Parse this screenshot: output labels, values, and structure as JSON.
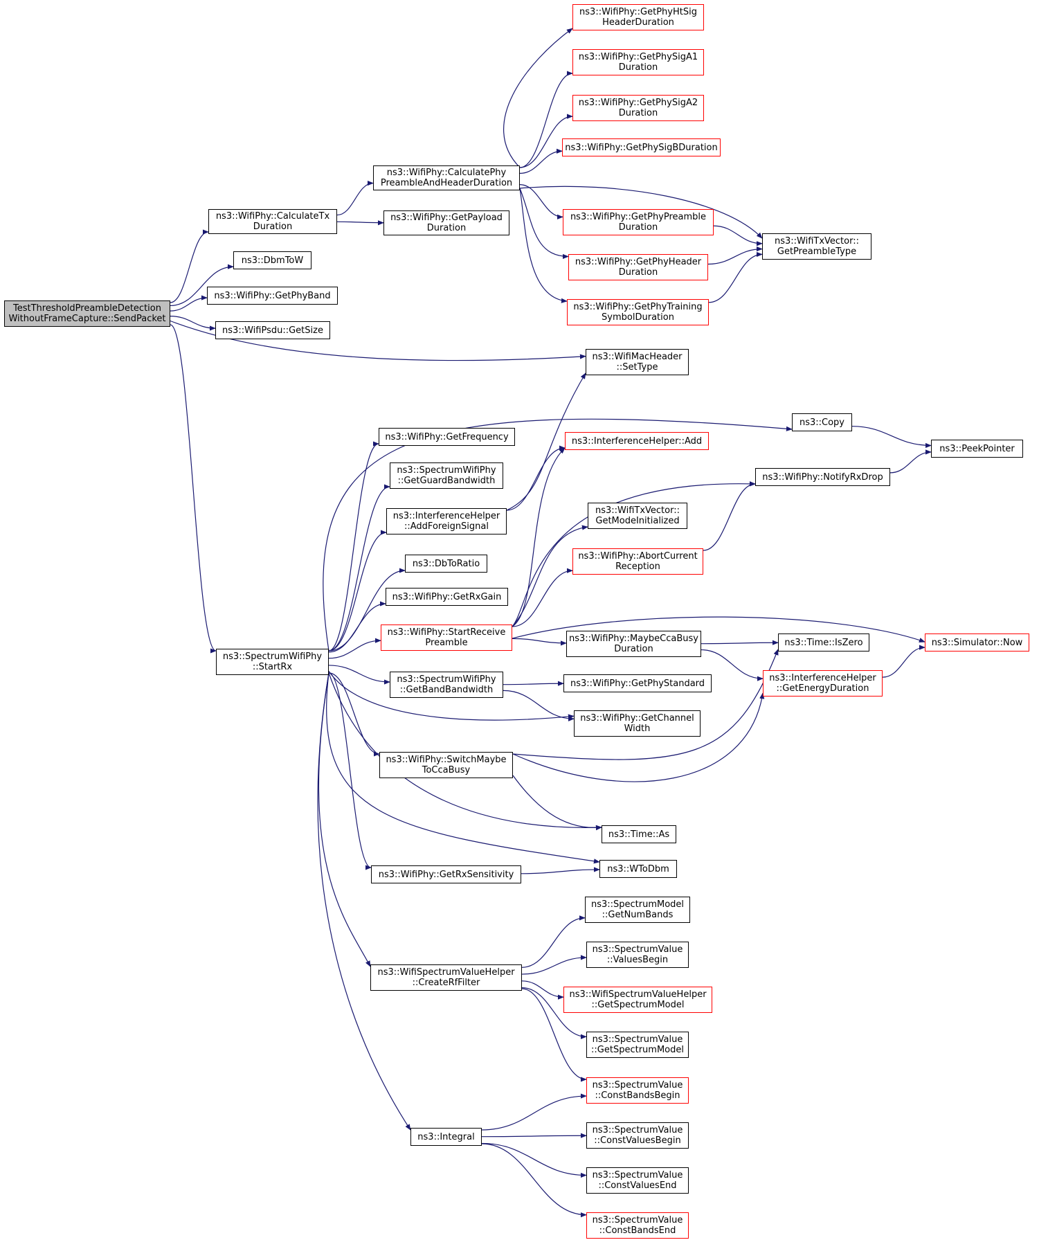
{
  "colors": {
    "edge": "#191970",
    "node_border": "#000000",
    "node_border_incomplete": "#ff0000",
    "root_fill": "#bfbfbf"
  },
  "nodes": [
    {
      "id": "root",
      "lines": [
        "TestThresholdPreambleDetection",
        "WithoutFrameCapture::SendPacket"
      ],
      "style": "root"
    },
    {
      "id": "calcTx",
      "lines": [
        "ns3::WifiPhy::CalculateTx",
        "Duration"
      ],
      "style": "normal"
    },
    {
      "id": "dbmToW",
      "lines": [
        "ns3::DbmToW"
      ],
      "style": "normal"
    },
    {
      "id": "getPhyBand",
      "lines": [
        "ns3::WifiPhy::GetPhyBand"
      ],
      "style": "normal"
    },
    {
      "id": "psduSize",
      "lines": [
        "ns3::WifiPsdu::GetSize"
      ],
      "style": "normal"
    },
    {
      "id": "startRx",
      "lines": [
        "ns3::SpectrumWifiPhy",
        "::StartRx"
      ],
      "style": "normal"
    },
    {
      "id": "calcPre",
      "lines": [
        "ns3::WifiPhy::CalculatePhy",
        "PreambleAndHeaderDuration"
      ],
      "style": "normal"
    },
    {
      "id": "getPayload",
      "lines": [
        "ns3::WifiPhy::GetPayload",
        "Duration"
      ],
      "style": "normal"
    },
    {
      "id": "htSig",
      "lines": [
        "ns3::WifiPhy::GetPhyHtSig",
        "HeaderDuration"
      ],
      "style": "red"
    },
    {
      "id": "sigA1",
      "lines": [
        "ns3::WifiPhy::GetPhySigA1",
        "Duration"
      ],
      "style": "red"
    },
    {
      "id": "sigA2",
      "lines": [
        "ns3::WifiPhy::GetPhySigA2",
        "Duration"
      ],
      "style": "red"
    },
    {
      "id": "sigB",
      "lines": [
        "ns3::WifiPhy::GetPhySigBDuration"
      ],
      "style": "red"
    },
    {
      "id": "phyPre",
      "lines": [
        "ns3::WifiPhy::GetPhyPreamble",
        "Duration"
      ],
      "style": "red"
    },
    {
      "id": "phyHdr",
      "lines": [
        "ns3::WifiPhy::GetPhyHeader",
        "Duration"
      ],
      "style": "red"
    },
    {
      "id": "phyTrain",
      "lines": [
        "ns3::WifiPhy::GetPhyTraining",
        "SymbolDuration"
      ],
      "style": "red"
    },
    {
      "id": "preType",
      "lines": [
        "ns3::WifiTxVector::",
        "GetPreambleType"
      ],
      "style": "normal"
    },
    {
      "id": "setType",
      "lines": [
        "ns3::WifiMacHeader",
        "::SetType"
      ],
      "style": "normal"
    },
    {
      "id": "copy",
      "lines": [
        "ns3::Copy"
      ],
      "style": "normal"
    },
    {
      "id": "peek",
      "lines": [
        "ns3::PeekPointer"
      ],
      "style": "normal"
    },
    {
      "id": "getFreq",
      "lines": [
        "ns3::WifiPhy::GetFrequency"
      ],
      "style": "normal"
    },
    {
      "id": "guardBw",
      "lines": [
        "ns3::SpectrumWifiPhy",
        "::GetGuardBandwidth"
      ],
      "style": "normal"
    },
    {
      "id": "addForeign",
      "lines": [
        "ns3::InterferenceHelper",
        "::AddForeignSignal"
      ],
      "style": "normal"
    },
    {
      "id": "ihAdd",
      "lines": [
        "ns3::InterferenceHelper::Add"
      ],
      "style": "red"
    },
    {
      "id": "notifyDrop",
      "lines": [
        "ns3::WifiPhy::NotifyRxDrop"
      ],
      "style": "normal"
    },
    {
      "id": "modeInit",
      "lines": [
        "ns3::WifiTxVector::",
        "GetModeInitialized"
      ],
      "style": "normal"
    },
    {
      "id": "dbToRatio",
      "lines": [
        "ns3::DbToRatio"
      ],
      "style": "normal"
    },
    {
      "id": "abortRx",
      "lines": [
        "ns3::WifiPhy::AbortCurrent",
        "Reception"
      ],
      "style": "red"
    },
    {
      "id": "rxGain",
      "lines": [
        "ns3::WifiPhy::GetRxGain"
      ],
      "style": "normal"
    },
    {
      "id": "startPre",
      "lines": [
        "ns3::WifiPhy::StartReceive",
        "Preamble"
      ],
      "style": "red"
    },
    {
      "id": "maybeCca",
      "lines": [
        "ns3::WifiPhy::MaybeCcaBusy",
        "Duration"
      ],
      "style": "normal"
    },
    {
      "id": "isZero",
      "lines": [
        "ns3::Time::IsZero"
      ],
      "style": "normal"
    },
    {
      "id": "simNow",
      "lines": [
        "ns3::Simulator::Now"
      ],
      "style": "red"
    },
    {
      "id": "bandBw",
      "lines": [
        "ns3::SpectrumWifiPhy",
        "::GetBandBandwidth"
      ],
      "style": "normal"
    },
    {
      "id": "phyStd",
      "lines": [
        "ns3::WifiPhy::GetPhyStandard"
      ],
      "style": "normal"
    },
    {
      "id": "energy",
      "lines": [
        "ns3::InterferenceHelper",
        "::GetEnergyDuration"
      ],
      "style": "red"
    },
    {
      "id": "chWidth",
      "lines": [
        "ns3::WifiPhy::GetChannel",
        "Width"
      ],
      "style": "normal"
    },
    {
      "id": "switchCca",
      "lines": [
        "ns3::WifiPhy::SwitchMaybe",
        "ToCcaBusy"
      ],
      "style": "normal"
    },
    {
      "id": "timeAs",
      "lines": [
        "ns3::Time::As"
      ],
      "style": "normal"
    },
    {
      "id": "rxSens",
      "lines": [
        "ns3::WifiPhy::GetRxSensitivity"
      ],
      "style": "normal"
    },
    {
      "id": "wToDbm",
      "lines": [
        "ns3::WToDbm"
      ],
      "style": "normal"
    },
    {
      "id": "numBands",
      "lines": [
        "ns3::SpectrumModel",
        "::GetNumBands"
      ],
      "style": "normal"
    },
    {
      "id": "valBegin",
      "lines": [
        "ns3::SpectrumValue",
        "::ValuesBegin"
      ],
      "style": "normal"
    },
    {
      "id": "rfFilter",
      "lines": [
        "ns3::WifiSpectrumValueHelper",
        "::CreateRfFilter"
      ],
      "style": "normal"
    },
    {
      "id": "wsvhModel",
      "lines": [
        "ns3::WifiSpectrumValueHelper",
        "::GetSpectrumModel"
      ],
      "style": "red"
    },
    {
      "id": "svModel",
      "lines": [
        "ns3::SpectrumValue",
        "::GetSpectrumModel"
      ],
      "style": "normal"
    },
    {
      "id": "cbBegin",
      "lines": [
        "ns3::SpectrumValue",
        "::ConstBandsBegin"
      ],
      "style": "red"
    },
    {
      "id": "integral",
      "lines": [
        "ns3::Integral"
      ],
      "style": "normal"
    },
    {
      "id": "cvBegin",
      "lines": [
        "ns3::SpectrumValue",
        "::ConstValuesBegin"
      ],
      "style": "normal"
    },
    {
      "id": "cvEnd",
      "lines": [
        "ns3::SpectrumValue",
        "::ConstValuesEnd"
      ],
      "style": "normal"
    },
    {
      "id": "cbEnd",
      "lines": [
        "ns3::SpectrumValue",
        "::ConstBandsEnd"
      ],
      "style": "red"
    }
  ],
  "edges": [
    [
      "root",
      "calcTx"
    ],
    [
      "root",
      "dbmToW"
    ],
    [
      "root",
      "getPhyBand"
    ],
    [
      "root",
      "psduSize"
    ],
    [
      "root",
      "setType"
    ],
    [
      "root",
      "startRx"
    ],
    [
      "calcTx",
      "calcPre"
    ],
    [
      "calcTx",
      "getPayload"
    ],
    [
      "calcPre",
      "htSig"
    ],
    [
      "calcPre",
      "sigA1"
    ],
    [
      "calcPre",
      "sigA2"
    ],
    [
      "calcPre",
      "sigB"
    ],
    [
      "calcPre",
      "phyPre"
    ],
    [
      "calcPre",
      "phyHdr"
    ],
    [
      "calcPre",
      "phyTrain"
    ],
    [
      "calcPre",
      "preType"
    ],
    [
      "phyPre",
      "preType"
    ],
    [
      "phyHdr",
      "preType"
    ],
    [
      "phyTrain",
      "preType"
    ],
    [
      "startRx",
      "copy"
    ],
    [
      "startRx",
      "getFreq"
    ],
    [
      "startRx",
      "guardBw"
    ],
    [
      "startRx",
      "addForeign"
    ],
    [
      "startRx",
      "dbToRatio"
    ],
    [
      "startRx",
      "rxGain"
    ],
    [
      "startRx",
      "startPre"
    ],
    [
      "startRx",
      "bandBw"
    ],
    [
      "startRx",
      "chWidth"
    ],
    [
      "startRx",
      "switchCca"
    ],
    [
      "startRx",
      "timeAs"
    ],
    [
      "startRx",
      "wToDbm"
    ],
    [
      "startRx",
      "rxSens"
    ],
    [
      "startRx",
      "rfFilter"
    ],
    [
      "startRx",
      "integral"
    ],
    [
      "copy",
      "peek"
    ],
    [
      "notifyDrop",
      "peek"
    ],
    [
      "addForeign",
      "setType"
    ],
    [
      "addForeign",
      "ihAdd"
    ],
    [
      "startPre",
      "ihAdd"
    ],
    [
      "startPre",
      "notifyDrop"
    ],
    [
      "startPre",
      "modeInit"
    ],
    [
      "startPre",
      "abortRx"
    ],
    [
      "startPre",
      "simNow"
    ],
    [
      "startPre",
      "maybeCca"
    ],
    [
      "abortRx",
      "notifyDrop"
    ],
    [
      "maybeCca",
      "isZero"
    ],
    [
      "maybeCca",
      "energy"
    ],
    [
      "energy",
      "simNow"
    ],
    [
      "bandBw",
      "phyStd"
    ],
    [
      "bandBw",
      "chWidth"
    ],
    [
      "switchCca",
      "isZero"
    ],
    [
      "switchCca",
      "energy"
    ],
    [
      "switchCca",
      "timeAs"
    ],
    [
      "rxSens",
      "wToDbm"
    ],
    [
      "rfFilter",
      "numBands"
    ],
    [
      "rfFilter",
      "valBegin"
    ],
    [
      "rfFilter",
      "wsvhModel"
    ],
    [
      "rfFilter",
      "svModel"
    ],
    [
      "rfFilter",
      "cbBegin"
    ],
    [
      "integral",
      "cbBegin"
    ],
    [
      "integral",
      "cvBegin"
    ],
    [
      "integral",
      "cvEnd"
    ],
    [
      "integral",
      "cbEnd"
    ]
  ]
}
